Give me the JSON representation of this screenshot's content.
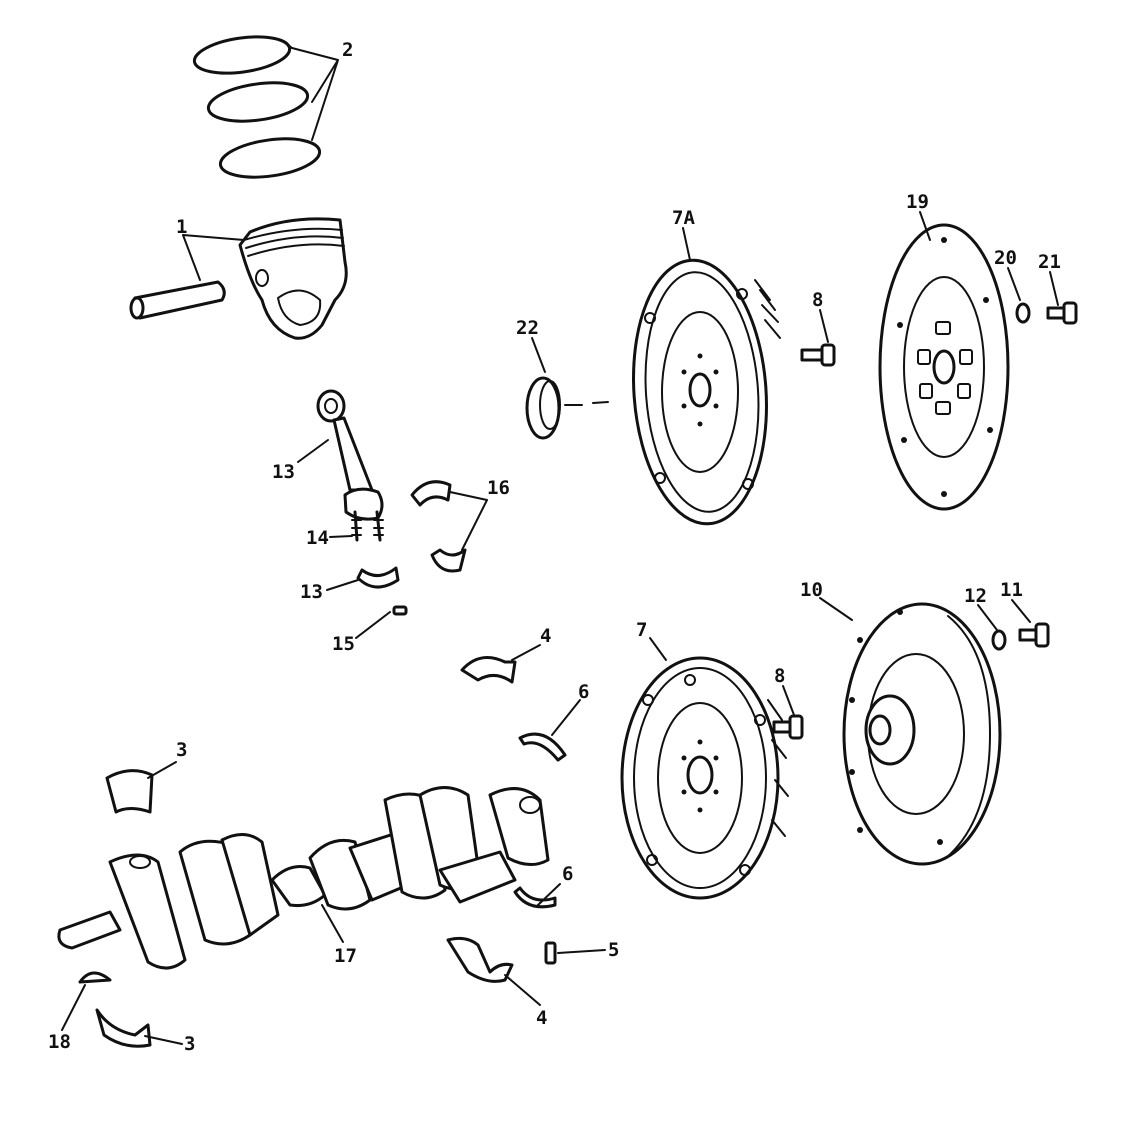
{
  "callouts": {
    "c1": "1",
    "c2": "2",
    "c3a": "3",
    "c3b": "3",
    "c4a": "4",
    "c4b": "4",
    "c5": "5",
    "c6a": "6",
    "c6b": "6",
    "c7": "7",
    "c7a": "7A",
    "c8a": "8",
    "c8b": "8",
    "c10": "10",
    "c11": "11",
    "c12": "12",
    "c13a": "13",
    "c13b": "13",
    "c14": "14",
    "c15": "15",
    "c16": "16",
    "c17": "17",
    "c18": "18",
    "c19": "19",
    "c20": "20",
    "c21": "21",
    "c22": "22"
  }
}
